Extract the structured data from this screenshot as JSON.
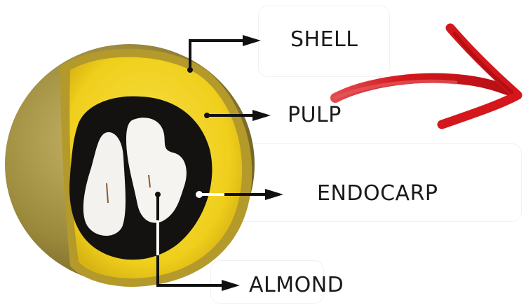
{
  "labels": {
    "shell": "SHELL",
    "pulp": "PULP",
    "endocarp": "ENDOCARP",
    "almond": "ALMOND"
  },
  "colors": {
    "shell_outer": "#9c8a3c",
    "shell_rind": "#b39a2a",
    "pulp": "#f2d322",
    "endocarp": "#141210",
    "almond": "#f3f2ee",
    "arrow_black": "#111111",
    "arrow_red": "#d3171c",
    "text": "#1a1a1a"
  },
  "icons": {
    "decorative_arrow": "red-brush-arrow-icon",
    "pointer_arrow": "arrow-right-icon"
  }
}
